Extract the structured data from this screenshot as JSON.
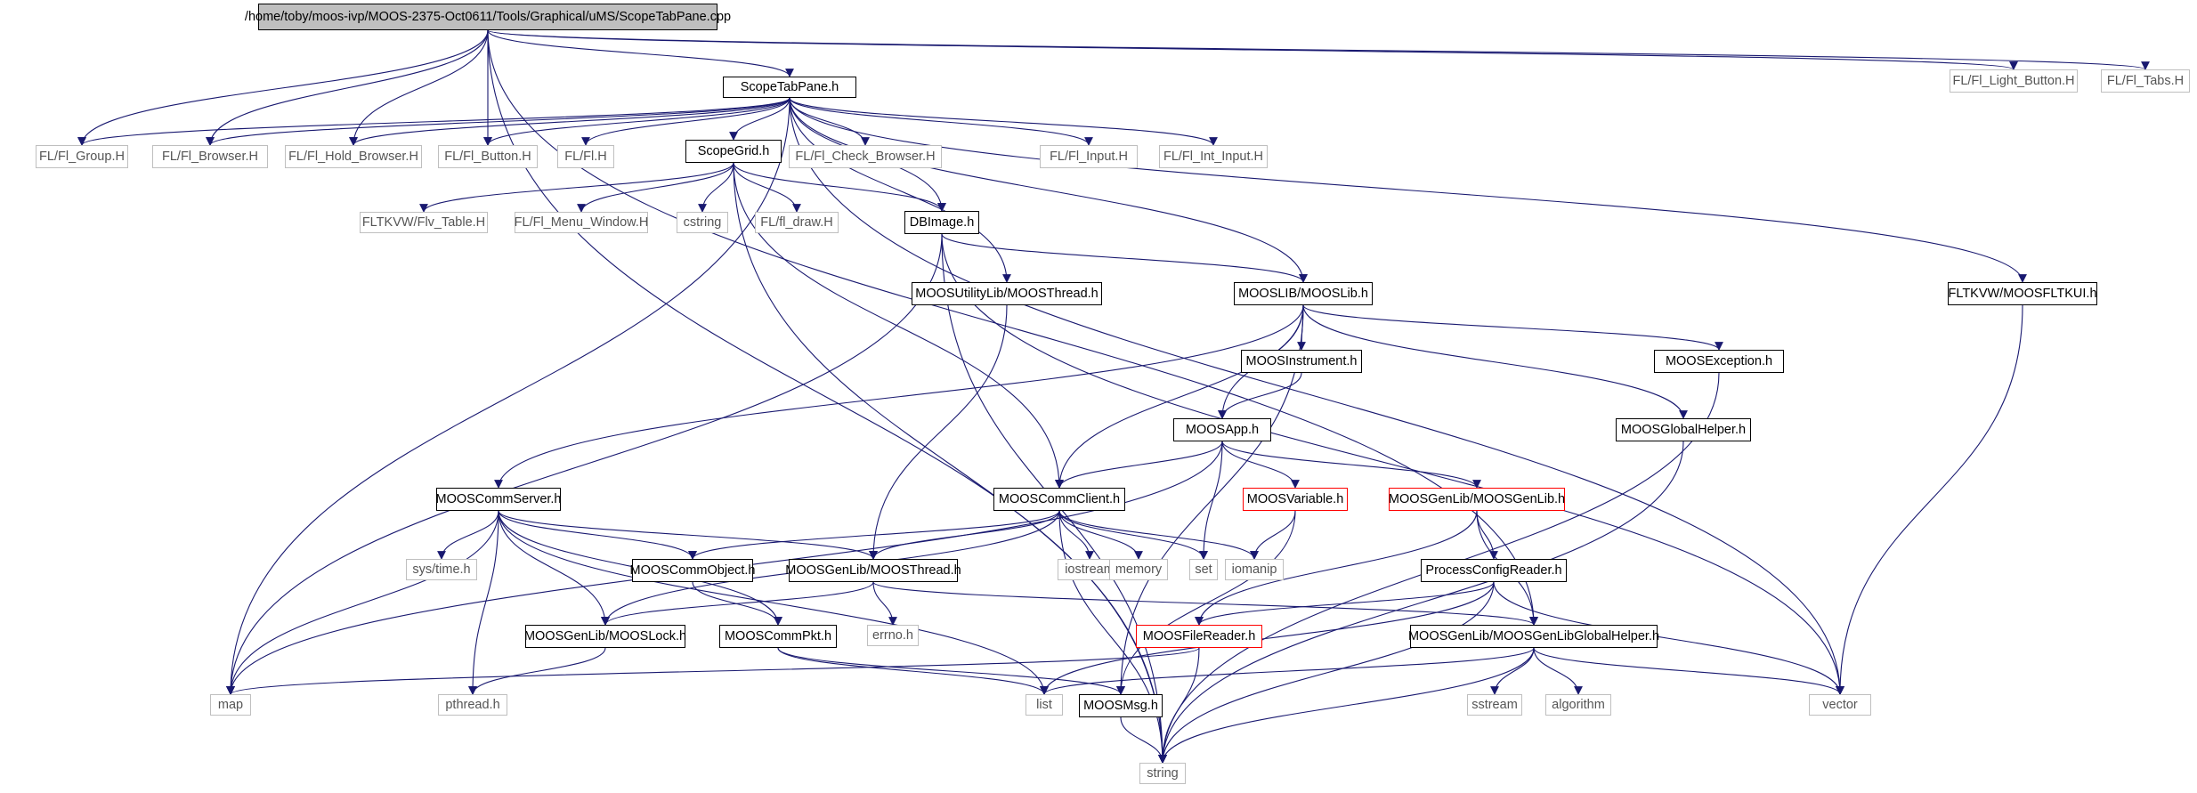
{
  "nodes": {
    "root": {
      "label": "/home/toby/moos-ivp/MOOS-2375-Oct0611/Tools/Graphical/uMS/ScopeTabPane.cpp",
      "kind": "root"
    },
    "stp": {
      "label": "ScopeTabPane.h",
      "kind": "doc"
    },
    "light": {
      "label": "FL/Fl_Light_Button.H",
      "kind": "ext"
    },
    "tabs": {
      "label": "FL/Fl_Tabs.H",
      "kind": "ext"
    },
    "group": {
      "label": "FL/Fl_Group.H",
      "kind": "ext"
    },
    "browser": {
      "label": "FL/Fl_Browser.H",
      "kind": "ext"
    },
    "hold": {
      "label": "FL/Fl_Hold_Browser.H",
      "kind": "ext"
    },
    "button": {
      "label": "FL/Fl_Button.H",
      "kind": "ext"
    },
    "flh": {
      "label": "FL/Fl.H",
      "kind": "ext"
    },
    "sgrid": {
      "label": "ScopeGrid.h",
      "kind": "doc"
    },
    "check": {
      "label": "FL/Fl_Check_Browser.H",
      "kind": "ext"
    },
    "input": {
      "label": "FL/Fl_Input.H",
      "kind": "ext"
    },
    "intin": {
      "label": "FL/Fl_Int_Input.H",
      "kind": "ext"
    },
    "flv": {
      "label": "FLTKVW/Flv_Table.H",
      "kind": "ext"
    },
    "menu": {
      "label": "FL/Fl_Menu_Window.H",
      "kind": "ext"
    },
    "cstring": {
      "label": "cstring",
      "kind": "ext"
    },
    "fldraw": {
      "label": "FL/fl_draw.H",
      "kind": "ext"
    },
    "dbimg": {
      "label": "DBImage.h",
      "kind": "doc"
    },
    "uthread": {
      "label": "MOOSUtilityLib/MOOSThread.h",
      "kind": "doc"
    },
    "mooslib": {
      "label": "MOOSLIB/MOOSLib.h",
      "kind": "doc"
    },
    "fltkui": {
      "label": "FLTKVW/MOOSFLTKUI.h",
      "kind": "doc"
    },
    "instr": {
      "label": "MOOSInstrument.h",
      "kind": "doc"
    },
    "exc": {
      "label": "MOOSException.h",
      "kind": "doc"
    },
    "app": {
      "label": "MOOSApp.h",
      "kind": "doc"
    },
    "ghelp": {
      "label": "MOOSGlobalHelper.h",
      "kind": "doc"
    },
    "cserver": {
      "label": "MOOSCommServer.h",
      "kind": "doc"
    },
    "cclient": {
      "label": "MOOSCommClient.h",
      "kind": "doc"
    },
    "var": {
      "label": "MOOSVariable.h",
      "kind": "trunc"
    },
    "genlib": {
      "label": "MOOSGenLib/MOOSGenLib.h",
      "kind": "trunc"
    },
    "systime": {
      "label": "sys/time.h",
      "kind": "ext"
    },
    "cobj": {
      "label": "MOOSCommObject.h",
      "kind": "doc"
    },
    "gthread": {
      "label": "MOOSGenLib/MOOSThread.h",
      "kind": "doc"
    },
    "iostream": {
      "label": "iostream",
      "kind": "ext"
    },
    "memory": {
      "label": "memory",
      "kind": "ext"
    },
    "set": {
      "label": "set",
      "kind": "ext"
    },
    "iomanip": {
      "label": "iomanip",
      "kind": "ext"
    },
    "pcr": {
      "label": "ProcessConfigReader.h",
      "kind": "doc"
    },
    "lock": {
      "label": "MOOSGenLib/MOOSLock.h",
      "kind": "doc"
    },
    "pkt": {
      "label": "MOOSCommPkt.h",
      "kind": "doc"
    },
    "errno": {
      "label": "errno.h",
      "kind": "ext"
    },
    "freader": {
      "label": "MOOSFileReader.h",
      "kind": "trunc"
    },
    "gghelper": {
      "label": "MOOSGenLib/MOOSGenLibGlobalHelper.h",
      "kind": "doc"
    },
    "map": {
      "label": "map",
      "kind": "ext"
    },
    "pthread": {
      "label": "pthread.h",
      "kind": "ext"
    },
    "list": {
      "label": "list",
      "kind": "ext"
    },
    "msg": {
      "label": "MOOSMsg.h",
      "kind": "doc"
    },
    "sstream": {
      "label": "sstream",
      "kind": "ext"
    },
    "algorithm": {
      "label": "algorithm",
      "kind": "ext"
    },
    "vector": {
      "label": "vector",
      "kind": "ext"
    },
    "string": {
      "label": "string",
      "kind": "ext"
    }
  },
  "edges": [
    [
      "root",
      "stp"
    ],
    [
      "root",
      "light"
    ],
    [
      "root",
      "tabs"
    ],
    [
      "root",
      "group"
    ],
    [
      "root",
      "browser"
    ],
    [
      "root",
      "hold"
    ],
    [
      "root",
      "button"
    ],
    [
      "root",
      "string"
    ],
    [
      "root",
      "gghelper"
    ],
    [
      "stp",
      "group"
    ],
    [
      "stp",
      "browser"
    ],
    [
      "stp",
      "hold"
    ],
    [
      "stp",
      "button"
    ],
    [
      "stp",
      "flh"
    ],
    [
      "stp",
      "sgrid"
    ],
    [
      "stp",
      "check"
    ],
    [
      "stp",
      "input"
    ],
    [
      "stp",
      "intin"
    ],
    [
      "stp",
      "dbimg"
    ],
    [
      "stp",
      "uthread"
    ],
    [
      "stp",
      "mooslib"
    ],
    [
      "stp",
      "fltkui"
    ],
    [
      "stp",
      "map"
    ],
    [
      "stp",
      "vector"
    ],
    [
      "sgrid",
      "flv"
    ],
    [
      "sgrid",
      "menu"
    ],
    [
      "sgrid",
      "cstring"
    ],
    [
      "sgrid",
      "fldraw"
    ],
    [
      "sgrid",
      "dbimg"
    ],
    [
      "sgrid",
      "cclient"
    ],
    [
      "sgrid",
      "string"
    ],
    [
      "dbimg",
      "mooslib"
    ],
    [
      "dbimg",
      "map"
    ],
    [
      "dbimg",
      "string"
    ],
    [
      "dbimg",
      "vector"
    ],
    [
      "uthread",
      "gthread"
    ],
    [
      "mooslib",
      "instr"
    ],
    [
      "mooslib",
      "exc"
    ],
    [
      "mooslib",
      "app"
    ],
    [
      "mooslib",
      "ghelp"
    ],
    [
      "mooslib",
      "cserver"
    ],
    [
      "mooslib",
      "cclient"
    ],
    [
      "mooslib",
      "msg"
    ],
    [
      "fltkui",
      "vector"
    ],
    [
      "instr",
      "app"
    ],
    [
      "exc",
      "string"
    ],
    [
      "ghelp",
      "string"
    ],
    [
      "app",
      "cclient"
    ],
    [
      "app",
      "var"
    ],
    [
      "app",
      "genlib"
    ],
    [
      "app",
      "set"
    ],
    [
      "app",
      "map"
    ],
    [
      "cserver",
      "systime"
    ],
    [
      "cserver",
      "cobj"
    ],
    [
      "cserver",
      "gthread"
    ],
    [
      "cserver",
      "lock"
    ],
    [
      "cserver",
      "pkt"
    ],
    [
      "cserver",
      "map"
    ],
    [
      "cserver",
      "pthread"
    ],
    [
      "cserver",
      "list"
    ],
    [
      "cclient",
      "cobj"
    ],
    [
      "cclient",
      "gthread"
    ],
    [
      "cclient",
      "iostream"
    ],
    [
      "cclient",
      "memory"
    ],
    [
      "cclient",
      "set"
    ],
    [
      "cclient",
      "iomanip"
    ],
    [
      "cclient",
      "lock"
    ],
    [
      "cclient",
      "string"
    ],
    [
      "var",
      "iomanip"
    ],
    [
      "var",
      "msg"
    ],
    [
      "genlib",
      "pcr"
    ],
    [
      "genlib",
      "freader"
    ],
    [
      "genlib",
      "gghelper"
    ],
    [
      "cobj",
      "pkt"
    ],
    [
      "gthread",
      "lock"
    ],
    [
      "gthread",
      "errno"
    ],
    [
      "gthread",
      "gghelper"
    ],
    [
      "pcr",
      "freader"
    ],
    [
      "pcr",
      "list"
    ],
    [
      "pcr",
      "string"
    ],
    [
      "pcr",
      "vector"
    ],
    [
      "lock",
      "pthread"
    ],
    [
      "pkt",
      "list"
    ],
    [
      "pkt",
      "msg"
    ],
    [
      "freader",
      "map"
    ],
    [
      "freader",
      "string"
    ],
    [
      "gghelper",
      "list"
    ],
    [
      "gghelper",
      "sstream"
    ],
    [
      "gghelper",
      "algorithm"
    ],
    [
      "gghelper",
      "vector"
    ],
    [
      "gghelper",
      "string"
    ],
    [
      "msg",
      "string"
    ]
  ]
}
